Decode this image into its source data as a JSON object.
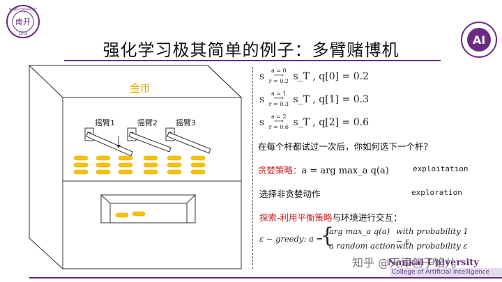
{
  "title": "强化学习极其简单的例子：多臂赌博机",
  "logo_left": {
    "top_text": "NANKAI UNIVERSITY",
    "center_text": "南开",
    "year": "1919"
  },
  "logo_right": {
    "text": "AI"
  },
  "illustration": {
    "coins_label": "金币",
    "arms": [
      "摇臂1",
      "摇臂2",
      "摇臂3"
    ]
  },
  "formulas": [
    {
      "top": "a = 0",
      "bottom": "r = 0.2",
      "rhs": "s_T , q[0] = 0.2"
    },
    {
      "top": "a = 1",
      "bottom": "r = 0.3",
      "rhs": "s_T , q[1] = 0.3"
    },
    {
      "top": "a = 2",
      "bottom": "r = 0.6",
      "rhs": "s_T , q[2] = 0.6"
    }
  ],
  "question": "在每个杆都试过一次后，你如何选下一个杆？",
  "greedy": {
    "label": "贪婪策略：",
    "formula": "a = arg max_a q(a)",
    "en": "exploitation"
  },
  "nongreedy": {
    "label": "选择非贪婪动作",
    "en": "exploration"
  },
  "tradeoff": {
    "label_red": "探索-利用平衡策略",
    "label_rest": "与环境进行交互："
  },
  "epsilon_greedy": {
    "lhs": "ε − greedy: a =",
    "case1": "arg max_a q(a)",
    "case1_cond": "with probability 1 − ε",
    "case2": "a random action",
    "case2_cond": "with probability ε"
  },
  "watermark": "知乎 @天津包子馅儿",
  "footer": {
    "title": "Nankai University",
    "subtitle": "College of Artificial Intelligence"
  },
  "colors": {
    "accent": "#6a2c82",
    "red": "#d11f1f",
    "gold": "#f2b705",
    "gold_light": "#f5c20c"
  }
}
